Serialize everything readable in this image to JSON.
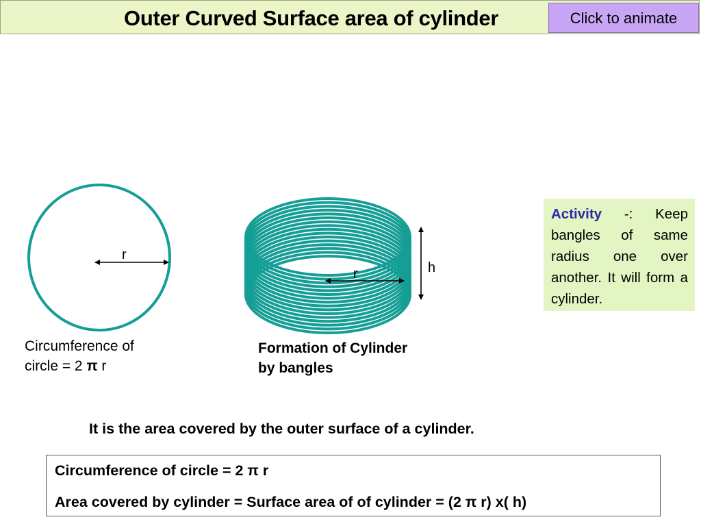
{
  "header": {
    "title": "Outer Curved Surface area of cylinder",
    "animate_button": "Click to animate"
  },
  "circle_diagram": {
    "radius_label": "r",
    "caption_line1": "Circumference of",
    "caption_line2_prefix": "circle = 2 ",
    "caption_pi": "π",
    "caption_line2_suffix": " r"
  },
  "cylinder_diagram": {
    "radius_label": "r",
    "height_label": "h",
    "caption_line1": "Formation of Cylinder",
    "caption_line2": "by bangles"
  },
  "activity": {
    "label": "Activity",
    "text": " -: Keep bangles of same radius one over another. It  will form a cylinder."
  },
  "statement": "It is the  area covered by the outer surface of a cylinder.",
  "formulas": {
    "line1": "Circumference of circle = 2 π r",
    "line2": "Area covered by cylinder =  Surface area of  of cylinder = (2 π r) x( h)"
  },
  "colors": {
    "teal": "#159e96",
    "title_bg": "#ebf5c7",
    "button_bg": "#c9a6f5",
    "activity_bg": "#e3f5c3",
    "activity_label": "#2a2aa8"
  }
}
